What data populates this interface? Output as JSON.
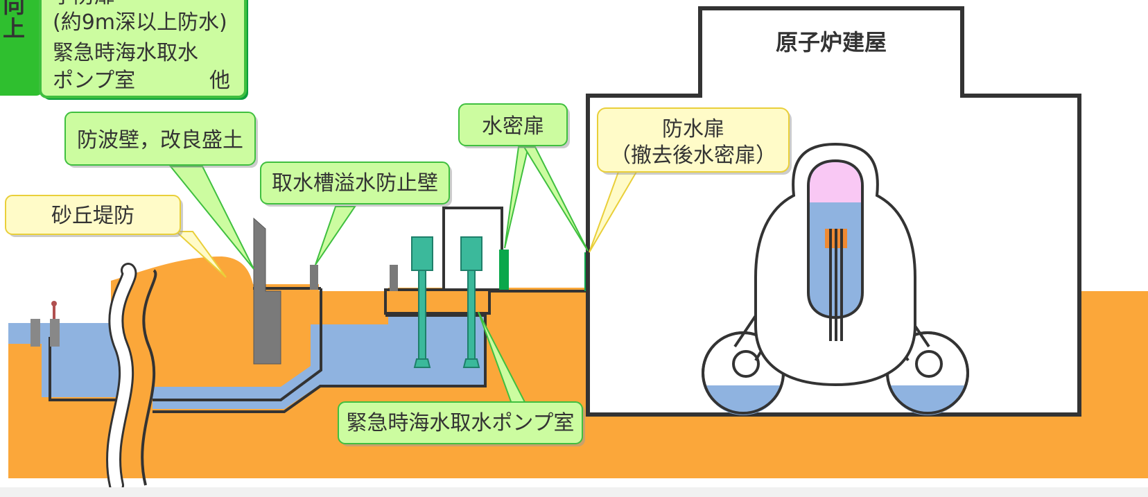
{
  "side_tab": {
    "chars": [
      "向",
      "上"
    ]
  },
  "top_box": {
    "lines": [
      "予防扉",
      "(約9m深以上防水)",
      "緊急時海水取水",
      "ポンプ室",
      "他"
    ]
  },
  "reactor_building": {
    "label": "原子炉建屋"
  },
  "callouts": {
    "breakwater": "防波壁，改良盛土",
    "sand_dune": "砂丘堤防",
    "intake_wall": "取水槽溢水防止壁",
    "watertight_door": "水密扉",
    "waterproof_door_line1": "防水扉",
    "waterproof_door_line2": "（撤去後水密扉）",
    "pump_room": "緊急時海水取水ポンプ室"
  },
  "colors": {
    "ground": "#fba73a",
    "water": "#8fb3e0",
    "callout_green_fill": "#ccfca0",
    "callout_green_border": "#3fbf3f",
    "callout_yellow_fill": "#fffbc8",
    "callout_yellow_border": "#e9cf3a",
    "tab_green": "#2fbf2f",
    "door_green": "#0aa74b",
    "pump_teal": "#3bb99b",
    "wall_gray": "#7a7a7a",
    "outline": "#333333",
    "pressure_top": "#f9c8f4",
    "fuel": "#f08a32"
  }
}
